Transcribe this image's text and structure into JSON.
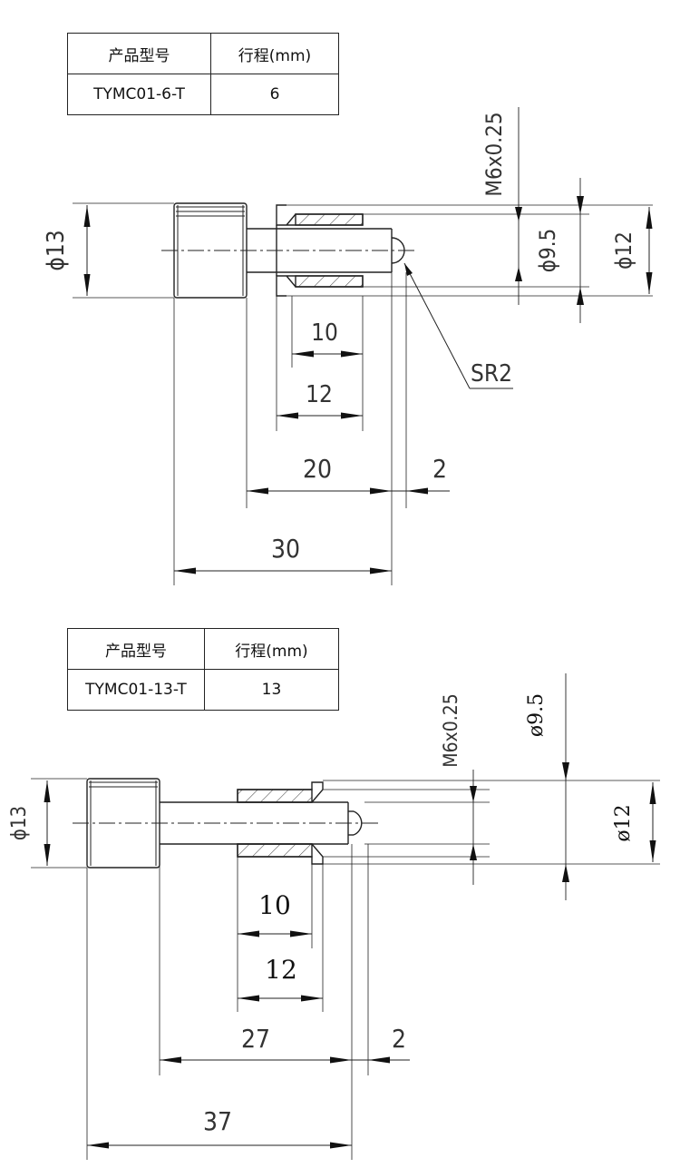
{
  "table1": {
    "header_model": "产品型号",
    "header_stroke": "行程(mm)",
    "model": "TYMC01-6-T",
    "stroke": "6"
  },
  "drawing1": {
    "dim_diameter_head": "ϕ13",
    "dim_thread": "M6x0.25",
    "dim_diameter_inner": "ϕ9.5",
    "dim_diameter_outer": "ϕ12",
    "dim_sphere_radius": "SR2",
    "dim_thread_len": "10",
    "dim_body_len": "12",
    "dim_shaft_len": "20",
    "dim_stroke": "2",
    "dim_total_len": "30"
  },
  "table2": {
    "header_model": "产品型号",
    "header_stroke": "行程(mm)",
    "model": "TYMC01-13-T",
    "stroke": "13"
  },
  "drawing2": {
    "dim_diameter_head": "ϕ13",
    "dim_thread": "M6x0.25",
    "dim_diameter_inner": "ø9.5",
    "dim_diameter_outer": "ø12",
    "dim_thread_len": "10",
    "dim_body_len": "12",
    "dim_shaft_len": "27",
    "dim_stroke": "2",
    "dim_total_len": "37"
  }
}
